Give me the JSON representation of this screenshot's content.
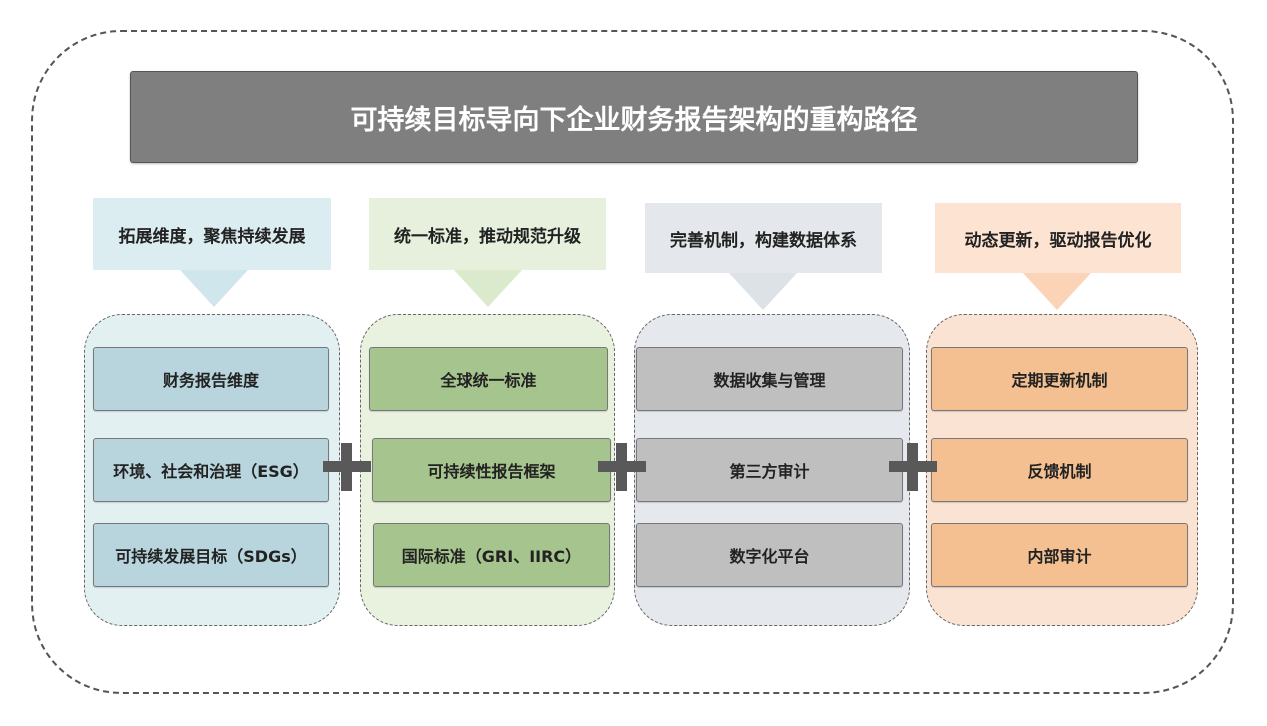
{
  "title": "可持续目标导向下企业财务报告架构的重构路径",
  "colors": {
    "col1": {
      "header": "#dcedf1",
      "group": "#e3f0f2",
      "item": "#b8d5dd",
      "arrow": "#cfe6ec"
    },
    "col2": {
      "header": "#e7f0dc",
      "group": "#e9f1df",
      "item": "#a6c48d",
      "arrow": "#dbe9cc"
    },
    "col3": {
      "header": "#e4e8ec",
      "group": "#e5e9ed",
      "item": "#bfbfbf",
      "arrow": "#dde2e7"
    },
    "col4": {
      "header": "#fde3d1",
      "group": "#fbe3d3",
      "item": "#f4c092",
      "arrow": "#fbd4b8"
    }
  },
  "columns": [
    {
      "header": "拓展维度，聚焦持续发展",
      "items": [
        "财务报告维度",
        "环境、社会和治理（ESG）",
        "可持续发展目标（SDGs）"
      ]
    },
    {
      "header": "统一标准，推动规范升级",
      "items": [
        "全球统一标准",
        "可持续性报告框架",
        "国际标准（GRI、IIRC）"
      ]
    },
    {
      "header": "完善机制，构建数据体系",
      "items": [
        "数据收集与管理",
        "第三方审计",
        "数字化平台"
      ]
    },
    {
      "header": "动态更新，驱动报告优化",
      "items": [
        "定期更新机制",
        "反馈机制",
        "内部审计"
      ]
    }
  ]
}
